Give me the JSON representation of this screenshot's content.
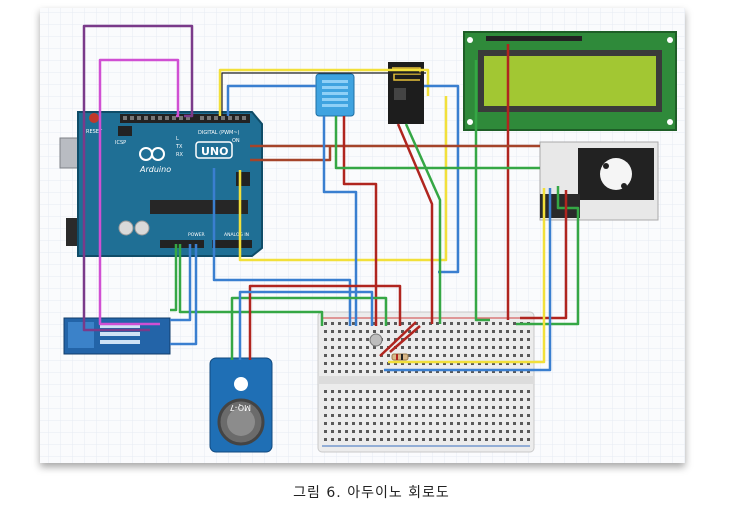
{
  "caption": "그림 6. 아두이노 회로도",
  "board": {
    "brand": "Arduino",
    "model": "UNO",
    "reset_label": "RESET",
    "icsp_label": "ICSP",
    "tx_label": "TX",
    "rx_label": "RX",
    "l_label": "L",
    "on_label": "ON",
    "power_label": "POWER",
    "analog_label": "ANALOG IN",
    "digital_label": "DIGITAL (PWM~)"
  },
  "gas_sensor": {
    "label": "MQ-7"
  },
  "wire_colors": {
    "red": "#b0251f",
    "blue": "#3a7fd0",
    "green": "#35a745",
    "yellow": "#f2e03a",
    "purple": "#7a3a8a",
    "magenta": "#d04fd3",
    "brown": "#a5442a"
  }
}
